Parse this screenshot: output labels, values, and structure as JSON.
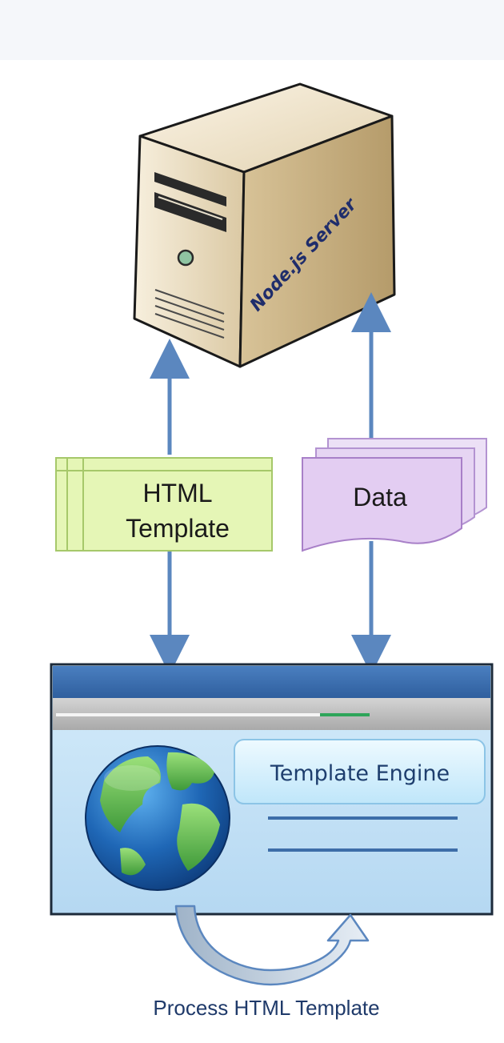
{
  "server": {
    "label": "Node.js Server",
    "icon": "server-icon"
  },
  "html_template": {
    "line1": "HTML",
    "line2": "Template"
  },
  "data_doc": {
    "label": "Data"
  },
  "browser": {
    "engine_label": "Template Engine",
    "icon": "globe-icon"
  },
  "caption": "Process HTML Template",
  "colors": {
    "arrow": "#5b87bf",
    "template_fill": "#e5f6b6",
    "data_fill": "#e3cdf2",
    "browser_header": "#3f72b3",
    "browser_body": "#c6e2f6",
    "engine_box": "#d9f1fd",
    "caption_text": "#1f3a6a"
  }
}
